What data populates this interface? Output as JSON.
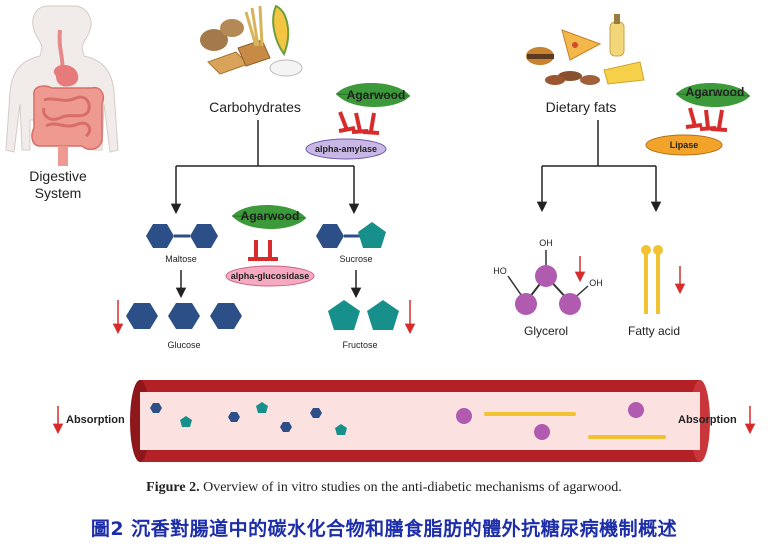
{
  "labels": {
    "digestive": [
      "Digestive",
      "System"
    ],
    "carbohydrates": "Carbohydrates",
    "dietary_fats": "Dietary fats",
    "agarwood": "Agarwood",
    "alpha_amylase": "alpha-amylase",
    "alpha_glucosidase": "alpha-glucosidase",
    "lipase": "Lipase",
    "maltose": "Maltose",
    "sucrose": "Sucrose",
    "glucose": "Glucose",
    "fructose": "Fructose",
    "glycerol": "Glycerol",
    "fatty_acid": "Fatty acid",
    "absorption": "Absorption",
    "ho": "HO",
    "oh": "OH"
  },
  "caption": {
    "label": "Figure 2.",
    "text": "Overview of in vitro studies on the anti-diabetic mechanisms of agarwood."
  },
  "subtitle": "圖2 沉香對腸道中的碳水化合物和膳食脂肪的體外抗糖尿病機制概述",
  "colors": {
    "glucose": "#2b4f86",
    "fructose": "#178f8a",
    "glycerol": "#b05ab0",
    "fatty_acid": "#f2c230",
    "inhibit": "#d82c2c",
    "leaf": "#3c9a3a",
    "vessel": "#b32026",
    "amylase": "#c9b7e6",
    "glucosidase": "#f6a9c0",
    "lipase": "#f2a32a",
    "subtitle": "#1d2ea8"
  }
}
